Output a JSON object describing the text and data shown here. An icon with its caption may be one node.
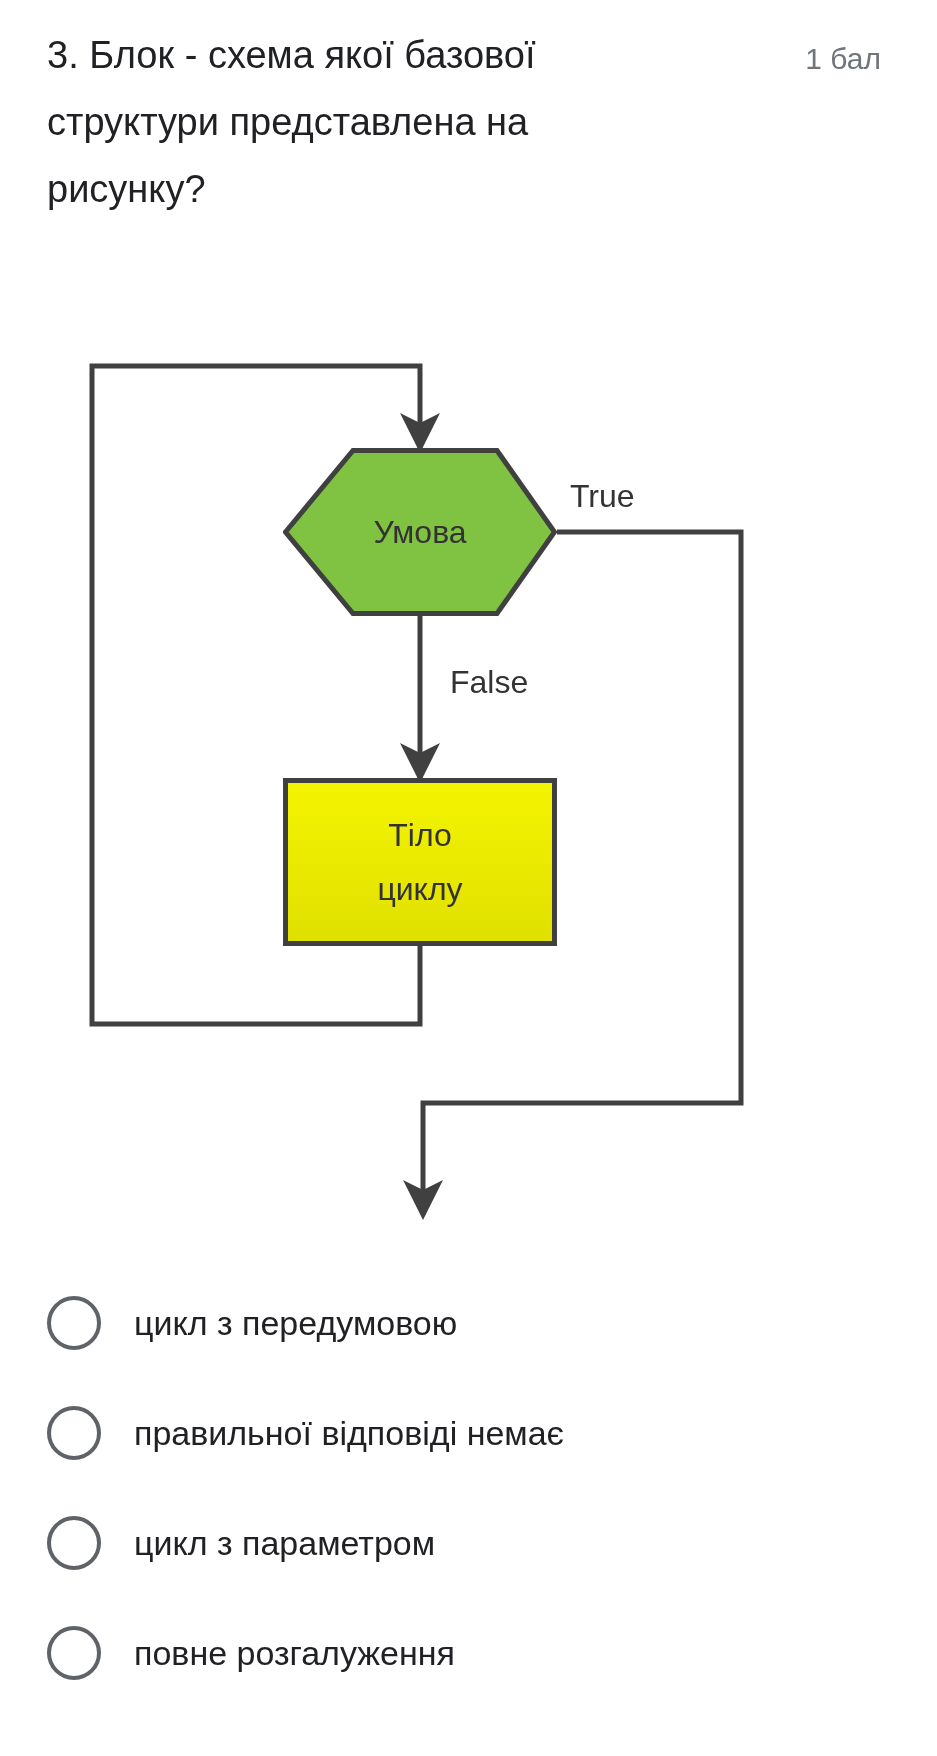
{
  "diagram": {
    "title": "3. Блок - схема якої базової структури представлена на рисунку?",
    "nodes": [
      {
        "text": [
          "Умова"
        ]
      },
      {
        "text": [
          "Тіло циклу"
        ]
      }
    ],
    "edges": [
      {
        "from": 1,
        "to": 0,
        "arrow": "to"
      },
      {
        "from": 0,
        "to": 1,
        "arrow": "to",
        "label": "False"
      },
      {
        "from": 0,
        "to": null,
        "arrow": "to",
        "label": "True"
      }
    ],
    "labels": [
      "1 бал",
      "цикл з передумовою",
      "правильної відповіді немає",
      "цикл з параметром",
      "повне розгалуження"
    ]
  }
}
